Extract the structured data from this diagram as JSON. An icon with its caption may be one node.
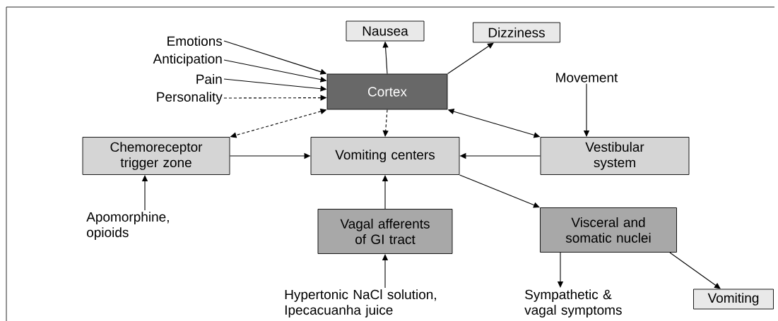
{
  "diagram": {
    "nodes": [
      {
        "text": [
          "Emotions"
        ]
      },
      {
        "text": [
          "Anticipation"
        ]
      },
      {
        "text": [
          "Pain"
        ]
      },
      {
        "text": [
          "Personality"
        ]
      },
      {
        "text": [
          "Nausea"
        ]
      },
      {
        "text": [
          "Dizziness"
        ]
      },
      {
        "text": [
          "Cortex"
        ]
      },
      {
        "text": [
          "Movement"
        ]
      },
      {
        "text": [
          "Chemoreceptor trigger zone"
        ]
      },
      {
        "text": [
          "Vomiting centers"
        ]
      },
      {
        "text": [
          "Vestibular system"
        ]
      },
      {
        "text": [
          "Apomorphine, opioids"
        ]
      },
      {
        "text": [
          "Vagal afferents of GI tract"
        ]
      },
      {
        "text": [
          "Visceral and somatic nuclei"
        ]
      },
      {
        "text": [
          "Hypertonic NaCl solution, Ipecacuanha juice"
        ]
      },
      {
        "text": [
          "Sympathetic & vagal symptoms"
        ]
      },
      {
        "text": [
          "Vomiting"
        ]
      }
    ],
    "edges": [
      {
        "from": 0,
        "to": 6,
        "arrow": "to"
      },
      {
        "from": 1,
        "to": 6,
        "arrow": "to"
      },
      {
        "from": 2,
        "to": 6,
        "arrow": "to"
      },
      {
        "from": 3,
        "to": 6,
        "arrow": "to",
        "style": "dashed"
      },
      {
        "from": 6,
        "to": 4,
        "arrow": "to"
      },
      {
        "from": 6,
        "to": 5,
        "arrow": "to"
      },
      {
        "from": 6,
        "to": 8,
        "arrow": "both",
        "style": "dashed"
      },
      {
        "from": 6,
        "to": 9,
        "arrow": "to",
        "style": "dashed"
      },
      {
        "from": 6,
        "to": 10,
        "arrow": "both"
      },
      {
        "from": 7,
        "to": 10,
        "arrow": "to"
      },
      {
        "from": 8,
        "to": 9,
        "arrow": "to"
      },
      {
        "from": 10,
        "to": 9,
        "arrow": "to"
      },
      {
        "from": 11,
        "to": 8,
        "arrow": "to"
      },
      {
        "from": 12,
        "to": 9,
        "arrow": "to"
      },
      {
        "from": 14,
        "to": 12,
        "arrow": "to"
      },
      {
        "from": 9,
        "to": 13,
        "arrow": "to"
      },
      {
        "from": 13,
        "to": 15,
        "arrow": "to"
      },
      {
        "from": 13,
        "to": 16,
        "arrow": "to"
      }
    ]
  }
}
